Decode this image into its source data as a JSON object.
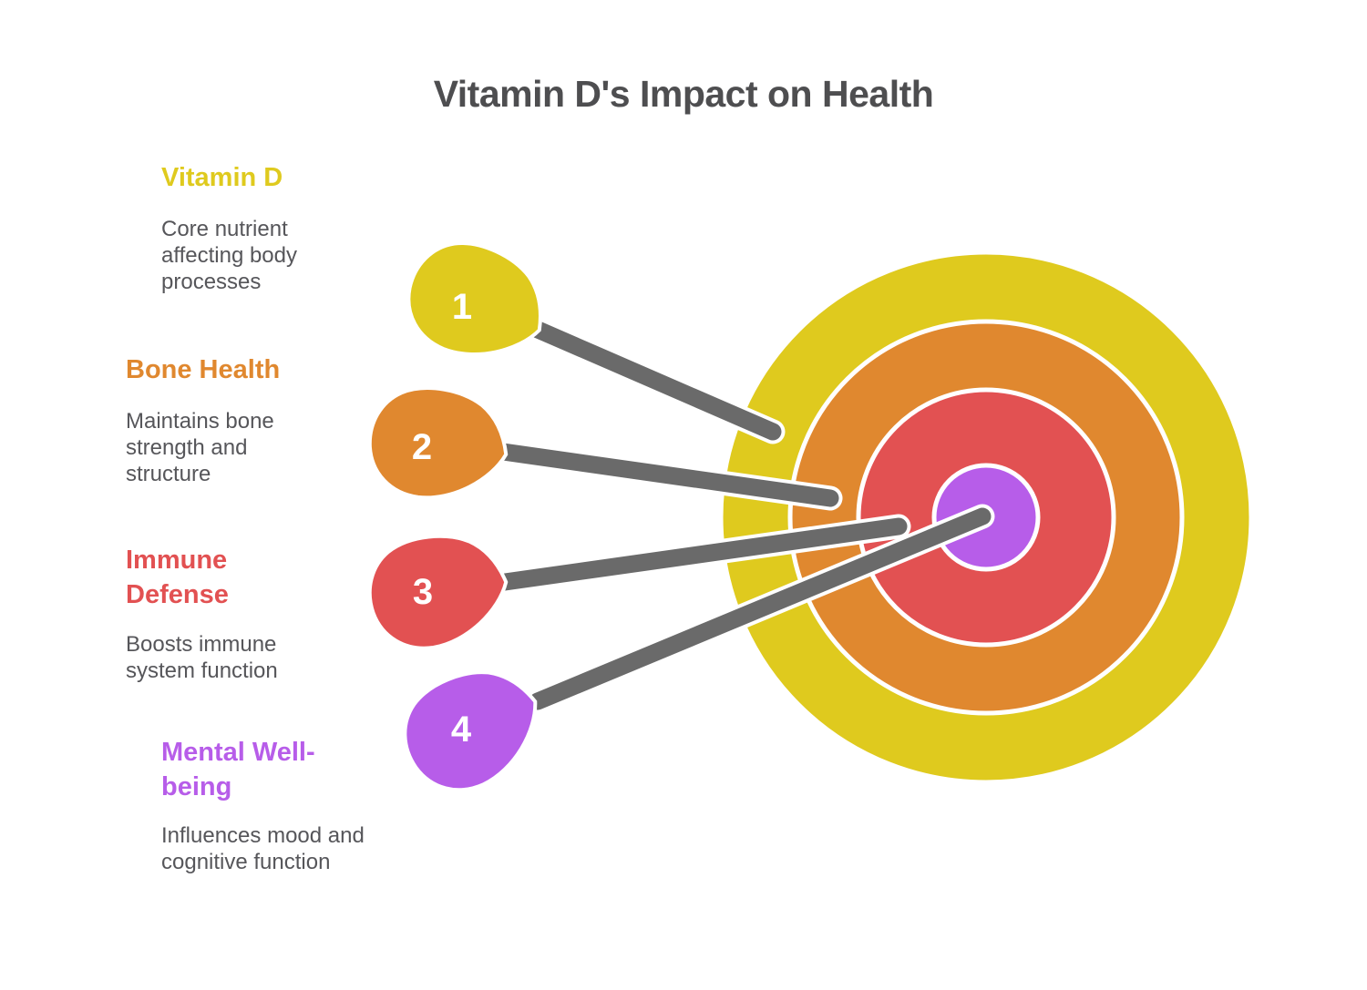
{
  "title": {
    "text": "Vitamin D's Impact on Health"
  },
  "colors": {
    "title_text": "#4E4E50",
    "body_text": "#56565A",
    "connector": "#6A6A6A",
    "connector_outline": "#FFFFFF",
    "number_text": "#FFFFFF",
    "blob_outline": "#FFFFFF"
  },
  "items": [
    {
      "number": "1",
      "label": "Vitamin D",
      "description": "Core nutrient affecting body processes",
      "color": "#DFCA1E"
    },
    {
      "number": "2",
      "label": "Bone Health",
      "description": "Maintains bone strength and structure",
      "color": "#E0882F"
    },
    {
      "number": "3",
      "label": "Immune Defense",
      "description": "Boosts immune system function",
      "color": "#E25152"
    },
    {
      "number": "4",
      "label": "Mental Well-being",
      "description": "Influences mood and cognitive function",
      "color": "#B75DE9"
    }
  ],
  "target": {
    "rings": [
      {
        "name": "outer ring",
        "color": "#DFCA1E"
      },
      {
        "name": "second ring",
        "color": "#E0882F"
      },
      {
        "name": "third ring",
        "color": "#E25152"
      },
      {
        "name": "bullseye",
        "color": "#B75DE9"
      }
    ]
  }
}
